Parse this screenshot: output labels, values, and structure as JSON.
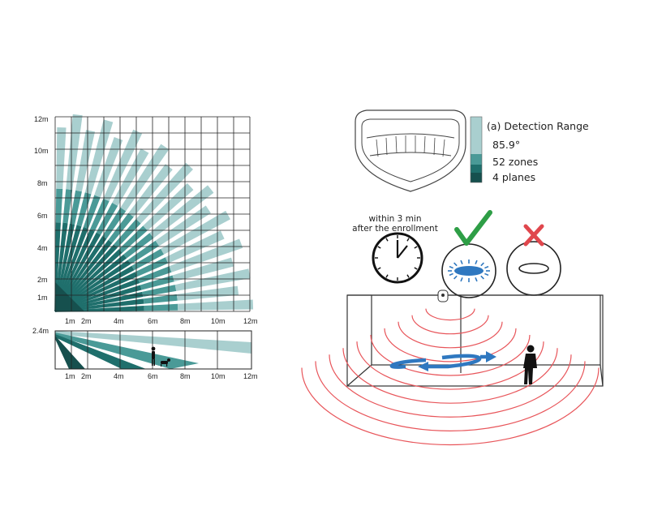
{
  "top_view": {
    "y_ticks": [
      "12m",
      "10m",
      "8m",
      "6m",
      "4m",
      "2m",
      "1m"
    ],
    "x_ticks": [
      "1m",
      "2m",
      "4m",
      "6m",
      "8m",
      "10m",
      "12m"
    ]
  },
  "side_view": {
    "y_tick": "2.4m",
    "x_ticks": [
      "1m",
      "2m",
      "4m",
      "6m",
      "8m",
      "10m",
      "12m"
    ]
  },
  "legend": {
    "title": "(a) Detection Range",
    "angle": "85.9°",
    "zones": "52 zones",
    "planes": "4 planes"
  },
  "enrollment": {
    "line1": "within 3 min",
    "line2": "after the enrollment"
  },
  "colors": {
    "light_teal": "#a9cfcf",
    "mid_teal": "#4a9a97",
    "dark_teal": "#1f6f6c",
    "darkest_teal": "#16504e",
    "check_green": "#2e9e46",
    "cross_red": "#e0474d",
    "wave_red": "#e8555a",
    "arrow_blue": "#2f78c0"
  },
  "icons": [
    "clock-icon",
    "check-icon",
    "cross-icon",
    "sensor-icon",
    "person-icon",
    "dog-icon",
    "arrow-icon"
  ]
}
